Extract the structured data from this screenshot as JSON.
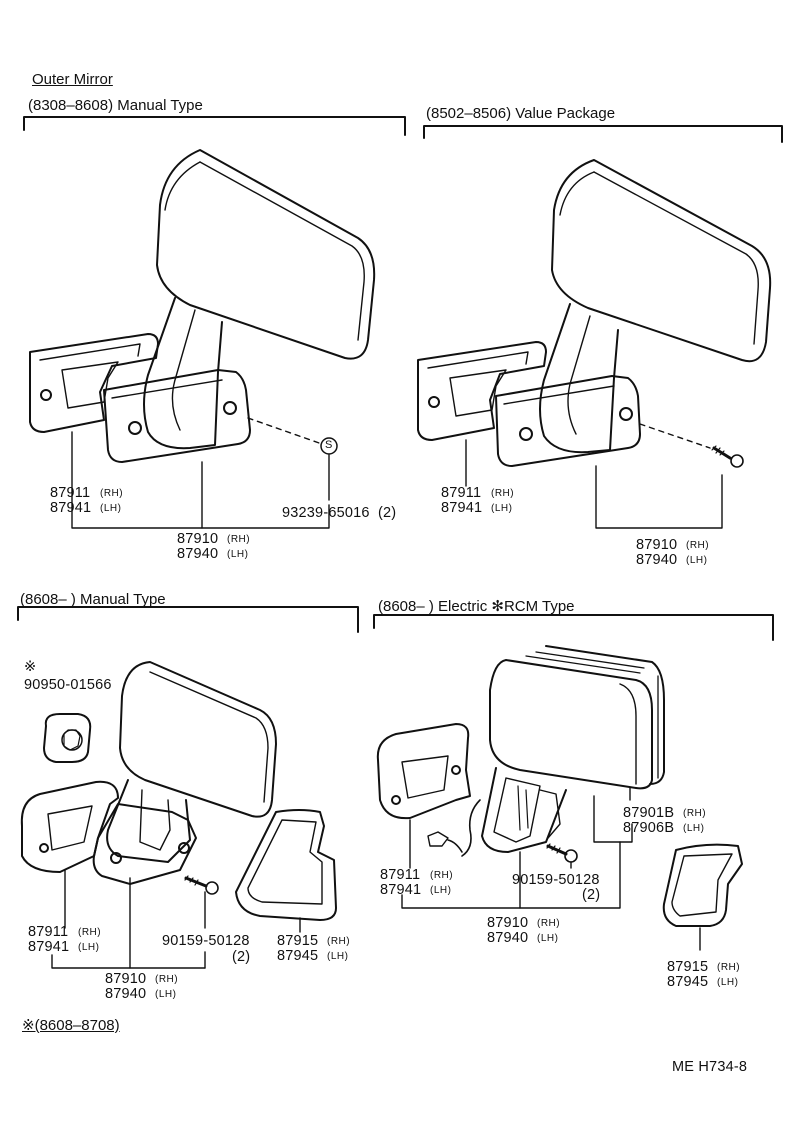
{
  "title": "Outer Mirror",
  "sections": [
    {
      "header": "(8308–8608) Manual Type",
      "parts": [
        {
          "num": "87911",
          "side": "(RH)"
        },
        {
          "num": "87941",
          "side": "(LH)"
        },
        {
          "num": "93239-65016",
          "qty": "(2)"
        },
        {
          "num": "87910",
          "side": "(RH)"
        },
        {
          "num": "87940",
          "side": "(LH)"
        }
      ]
    },
    {
      "header": "(8502–8506) Value Package",
      "parts": [
        {
          "num": "87911",
          "side": "(RH)"
        },
        {
          "num": "87941",
          "side": "(LH)"
        },
        {
          "num": "87910",
          "side": "(RH)"
        },
        {
          "num": "87940",
          "side": "(LH)"
        }
      ]
    },
    {
      "header": "(8608–        ) Manual Type",
      "parts": [
        {
          "num": "90950-01566",
          "mark": "※"
        },
        {
          "num": "87911",
          "side": "(RH)"
        },
        {
          "num": "87941",
          "side": "(LH)"
        },
        {
          "num": "90159-50128",
          "qty": "(2)"
        },
        {
          "num": "87915",
          "side": "(RH)"
        },
        {
          "num": "87945",
          "side": "(LH)"
        },
        {
          "num": "87910",
          "side": "(RH)"
        },
        {
          "num": "87940",
          "side": "(LH)"
        }
      ]
    },
    {
      "header": "(8608–        ) Electric ✻RCM Type",
      "parts": [
        {
          "num": "87911",
          "side": "(RH)"
        },
        {
          "num": "87941",
          "side": "(LH)"
        },
        {
          "num": "90159-50128",
          "qty": "(2)"
        },
        {
          "num": "87901B",
          "side": "(RH)"
        },
        {
          "num": "87906B",
          "side": "(LH)"
        },
        {
          "num": "87910",
          "side": "(RH)"
        },
        {
          "num": "87940",
          "side": "(LH)"
        },
        {
          "num": "87915",
          "side": "(RH)"
        },
        {
          "num": "87945",
          "side": "(LH)"
        }
      ]
    }
  ],
  "footnote": "※(8608–8708)",
  "screw_marker": "S",
  "page_code": "ME  H734-8"
}
